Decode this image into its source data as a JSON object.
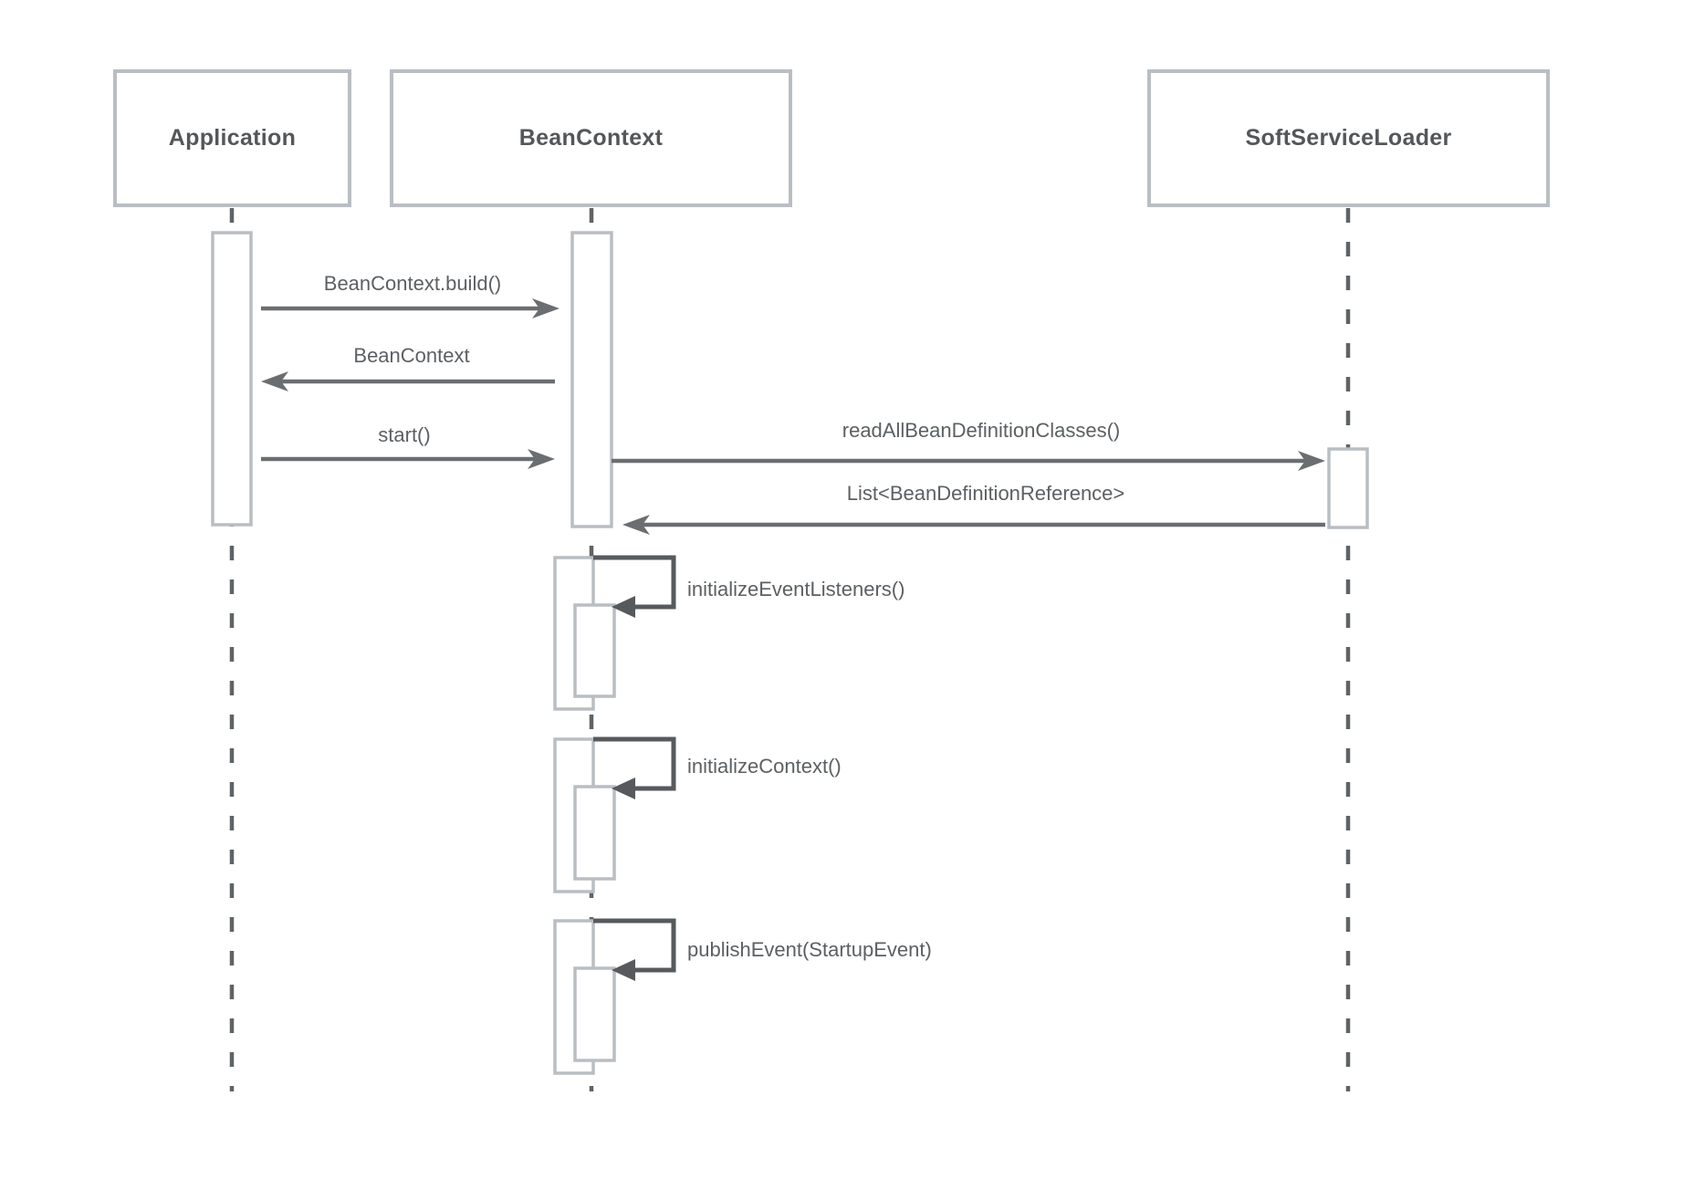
{
  "participants": [
    {
      "name": "Application"
    },
    {
      "name": "BeanContext"
    },
    {
      "name": "SoftServiceLoader"
    }
  ],
  "messages": [
    {
      "label": "BeanContext.build()",
      "type": "call",
      "from": "Application",
      "to": "BeanContext"
    },
    {
      "label": "BeanContext",
      "type": "return",
      "from": "BeanContext",
      "to": "Application"
    },
    {
      "label": "start()",
      "type": "call",
      "from": "Application",
      "to": "BeanContext"
    },
    {
      "label": "readAllBeanDefinitionClasses()",
      "type": "call",
      "from": "BeanContext",
      "to": "SoftServiceLoader"
    },
    {
      "label": "List<BeanDefinitionReference>",
      "type": "return",
      "from": "SoftServiceLoader",
      "to": "BeanContext"
    },
    {
      "label": "initializeEventListeners()",
      "type": "self",
      "from": "BeanContext",
      "to": "BeanContext"
    },
    {
      "label": "initializeContext()",
      "type": "self",
      "from": "BeanContext",
      "to": "BeanContext"
    },
    {
      "label": "publishEvent(StartupEvent)",
      "type": "self",
      "from": "BeanContext",
      "to": "BeanContext"
    }
  ],
  "colors": {
    "background": "#ffffff",
    "participant_border": "#b9bec3",
    "participant_text": "#54575a",
    "message_text": "#5c6063",
    "arrow": "#6a6e70",
    "lifeline": "#5f6366",
    "self_loop": "#565a5d",
    "activation_fill": "#ffffff",
    "activation_border": "#b9bec3"
  }
}
